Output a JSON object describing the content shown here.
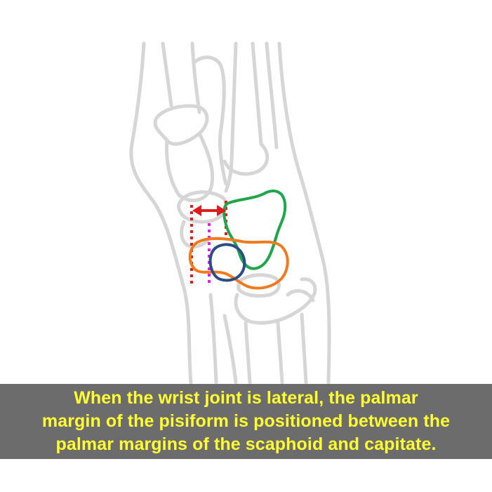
{
  "caption": {
    "lines": [
      "When the wrist joint is lateral, the palmar",
      "margin of the pisiform is positioned between the",
      "palmar margins of the scaphoid and capitate."
    ],
    "text_color": "#ffff33",
    "band_color": "#5f5f5f"
  },
  "colors": {
    "bone_outline": "#d6d6d6",
    "capitate_outline": "#1fa64a",
    "scaphoid_outline": "#f07b1e",
    "pisiform_outline": "#2c4c86",
    "reference_lines": "#e01b1b",
    "pisiform_line": "#e020e0",
    "distance_arrow": "#e01b1b"
  }
}
